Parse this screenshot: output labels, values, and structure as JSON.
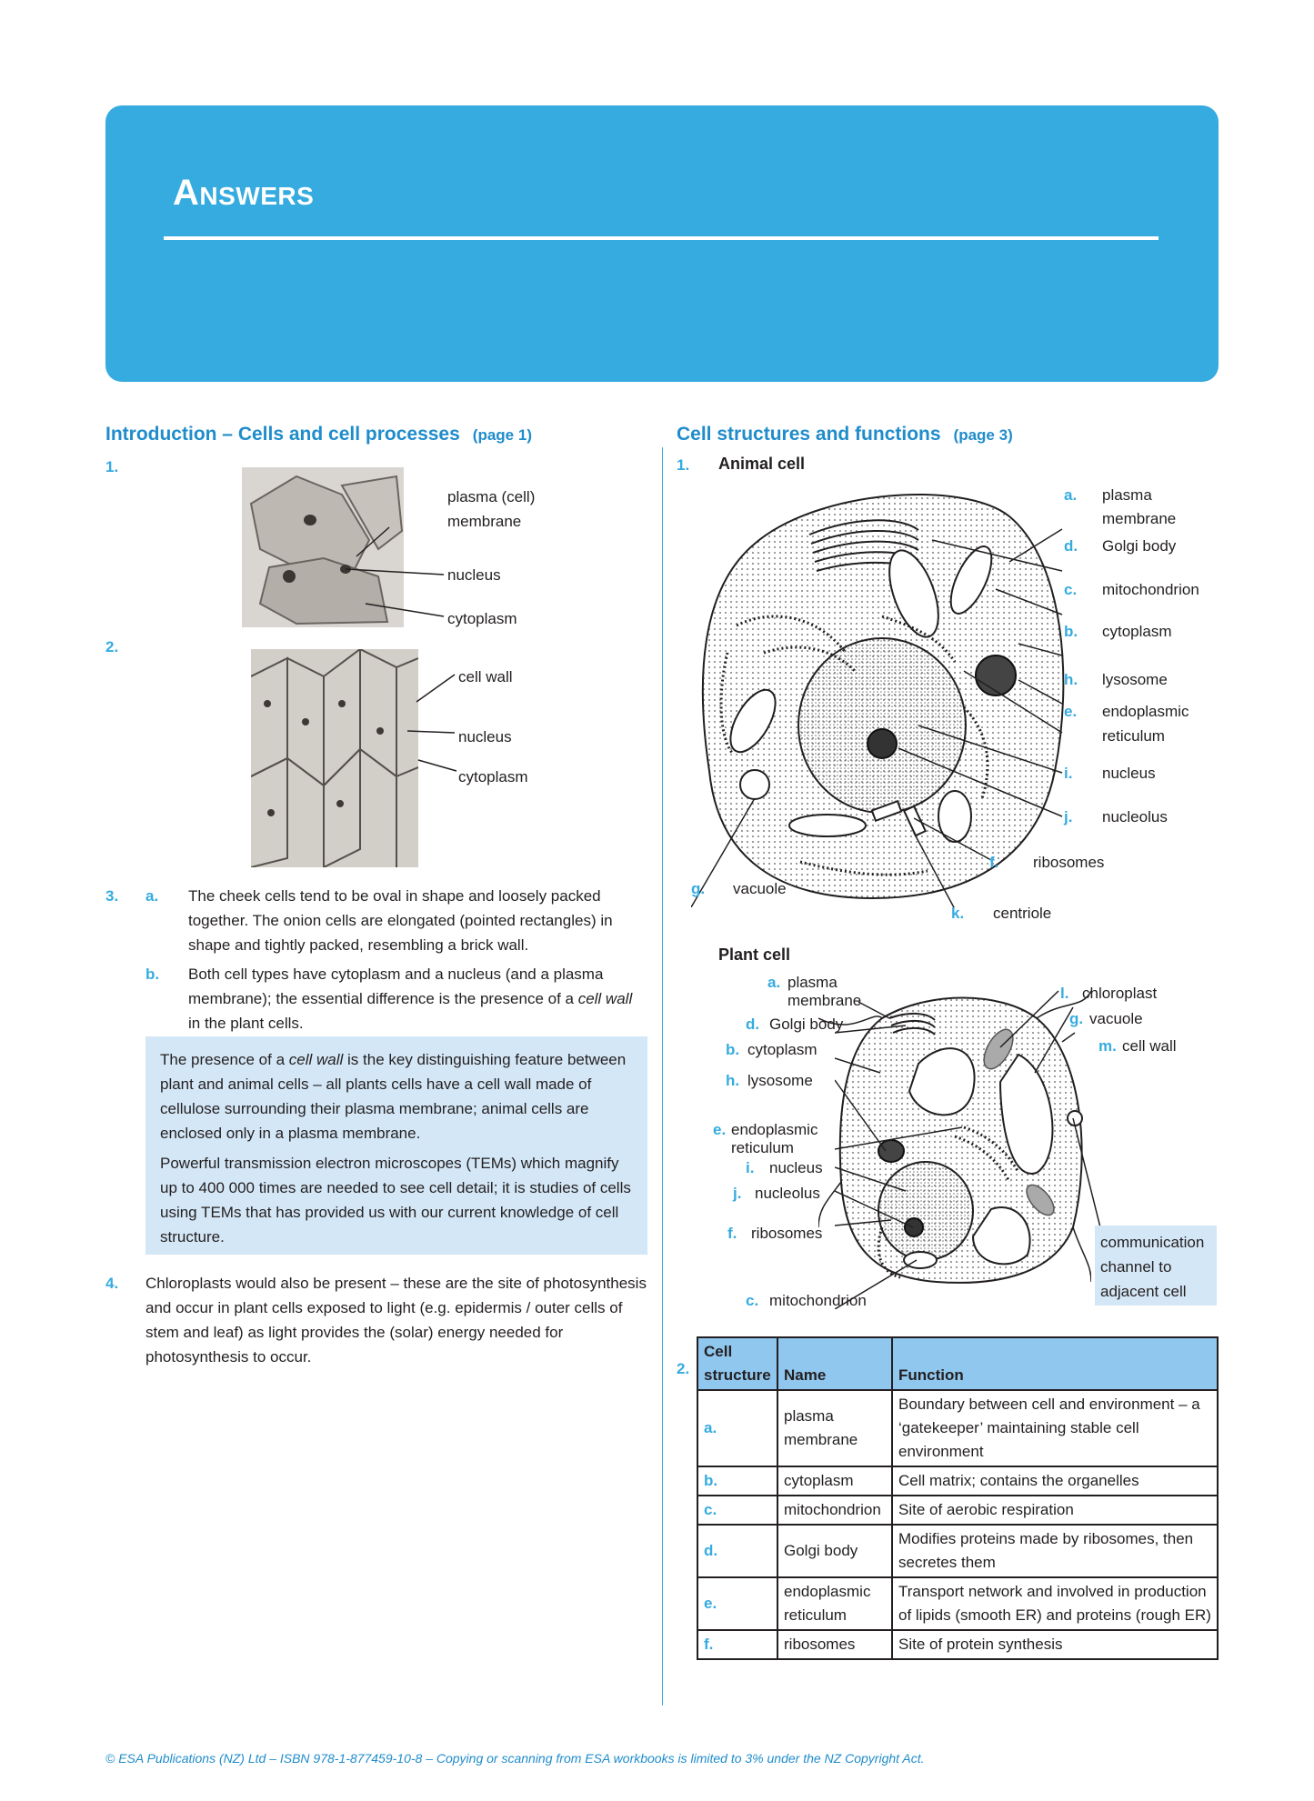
{
  "banner": {
    "title": "Answers"
  },
  "left": {
    "heading": "Introduction – Cells and cell processes",
    "page_ref": "(page 1)",
    "q1": {
      "num": "1.",
      "labels": [
        "plasma (cell)",
        "membrane",
        "nucleus",
        "cytoplasm"
      ]
    },
    "q2": {
      "num": "2.",
      "labels": [
        "cell wall",
        "nucleus",
        "cytoplasm"
      ]
    },
    "q3": {
      "num": "3.",
      "a_let": "a.",
      "a_text": "The cheek cells tend to be oval in shape and loosely packed together. The onion cells are elongated (pointed rectangles) in shape and tightly packed, resembling a brick wall.",
      "b_let": "b.",
      "b_pre": "Both cell types have cytoplasm and a nucleus (and a plasma membrane); the essential difference is the presence of a ",
      "b_em": "cell wall",
      "b_post": " in the plant cells."
    },
    "note": {
      "p1_pre": "The presence of a ",
      "p1_em": "cell wall",
      "p1_post": " is the key distinguishing feature between plant and animal cells – all plants cells have a cell wall made of cellulose surrounding their plasma membrane; animal cells are enclosed only in a plasma membrane.",
      "p2": "Powerful transmission electron microscopes (TEMs) which magnify up to 400 000 times are needed to see cell detail; it is studies of cells using TEMs that has provided us with our current knowledge of cell structure."
    },
    "q4": {
      "num": "4.",
      "text": "Chloroplasts would also be present – these are the site of photosynthesis and occur in plant cells exposed to light (e.g. epidermis / outer cells of stem and leaf) as light provides the (solar) energy needed for photosynthesis to occur."
    }
  },
  "right": {
    "heading": "Cell structures and functions",
    "page_ref": "(page 3)",
    "q1_num": "1.",
    "animal_title": "Animal cell",
    "animal_labels": [
      {
        "let": "a.",
        "text": "plasma"
      },
      {
        "let": "",
        "text": "membrane"
      },
      {
        "let": "d.",
        "text": "Golgi body"
      },
      {
        "let": "c.",
        "text": "mitochondrion"
      },
      {
        "let": "b.",
        "text": "cytoplasm"
      },
      {
        "let": "h.",
        "text": "lysosome"
      },
      {
        "let": "e.",
        "text": "endoplasmic"
      },
      {
        "let": "",
        "text": "reticulum"
      },
      {
        "let": "i.",
        "text": "nucleus"
      },
      {
        "let": "j.",
        "text": "nucleolus"
      },
      {
        "let": "f.",
        "text": "ribosomes"
      },
      {
        "let": "g.",
        "text": "vacuole"
      },
      {
        "let": "k.",
        "text": "centriole"
      }
    ],
    "plant_title": "Plant cell",
    "plant_labels": [
      {
        "let": "a.",
        "text": "plasma"
      },
      {
        "let": "",
        "text": "membrane"
      },
      {
        "let": "d.",
        "text": "Golgi body"
      },
      {
        "let": "b.",
        "text": "cytoplasm"
      },
      {
        "let": "h.",
        "text": "lysosome"
      },
      {
        "let": "e.",
        "text": "endoplasmic"
      },
      {
        "let": "",
        "text": "reticulum"
      },
      {
        "let": "i.",
        "text": "nucleus"
      },
      {
        "let": "j.",
        "text": "nucleolus"
      },
      {
        "let": "f.",
        "text": "ribosomes"
      },
      {
        "let": "c.",
        "text": "mitochondrion"
      },
      {
        "let": "l.",
        "text": "chloroplast"
      },
      {
        "let": "g.",
        "text": "vacuole"
      },
      {
        "let": "m.",
        "text": "cell wall"
      }
    ],
    "comm_box": "communication channel to adjacent cell",
    "q2_num": "2.",
    "table": {
      "headers": [
        "Cell structure",
        "Name",
        "Function"
      ],
      "rows": [
        [
          "a.",
          "plasma membrane",
          "Boundary between cell and environment – a ‘gatekeeper’ maintaining stable cell environment"
        ],
        [
          "b.",
          "cytoplasm",
          "Cell matrix; contains the organelles"
        ],
        [
          "c.",
          "mitochondrion",
          "Site of aerobic respiration"
        ],
        [
          "d.",
          "Golgi body",
          "Modifies proteins made by ribosomes, then secretes them"
        ],
        [
          "e.",
          "endoplasmic reticulum",
          "Transport network and involved in production of lipids (smooth ER) and proteins (rough ER)"
        ],
        [
          "f.",
          "ribosomes",
          "Site of protein synthesis"
        ]
      ]
    }
  },
  "footer": "© ESA Publications (NZ) Ltd – ISBN 978-1-877459-10-8 – Copying or scanning from ESA workbooks is limited to 3% under the NZ Copyright Act."
}
